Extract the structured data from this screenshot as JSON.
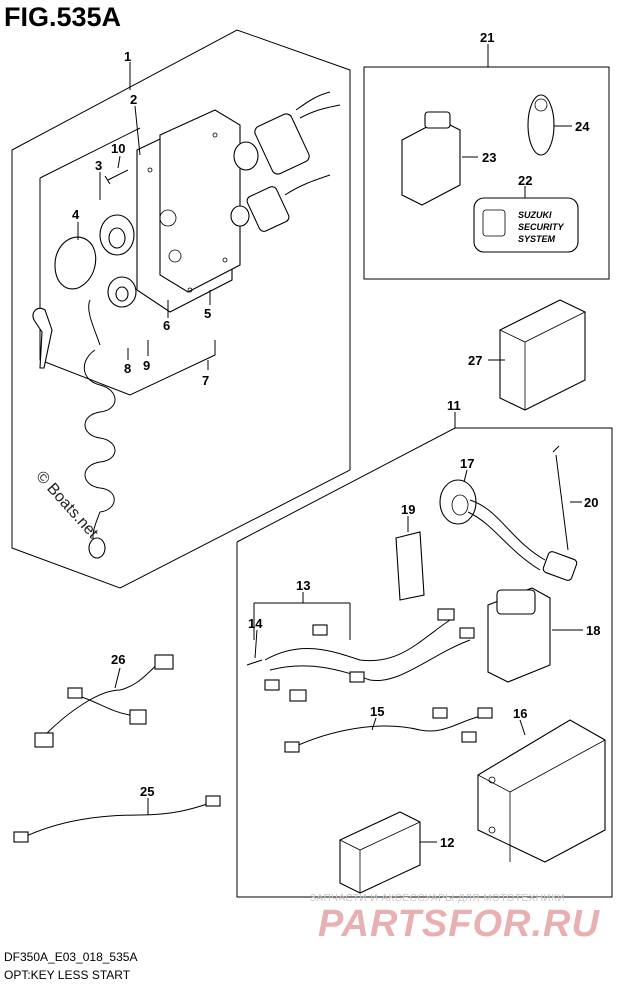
{
  "figure": {
    "title": "FIG.535A",
    "code": "DF350A_E03_018_535A",
    "caption": "OPT:KEY LESS START"
  },
  "badge": {
    "line1": "SUZUKI",
    "line2": "SECURITY",
    "line3": "SYSTEM"
  },
  "watermarks": {
    "copyright": "© Boats.net",
    "shop_tagline": "ЗАПЧАСТИ И АКСЕССУАРЫ ДЛЯ МОТОТЕХНИКИ",
    "shop_logo": "PARTSFOR.RU"
  },
  "callouts": [
    "1",
    "2",
    "3",
    "4",
    "5",
    "6",
    "7",
    "8",
    "9",
    "10",
    "11",
    "12",
    "13",
    "14",
    "15",
    "16",
    "17",
    "18",
    "19",
    "20",
    "21",
    "22",
    "23",
    "24",
    "25",
    "26",
    "27"
  ]
}
